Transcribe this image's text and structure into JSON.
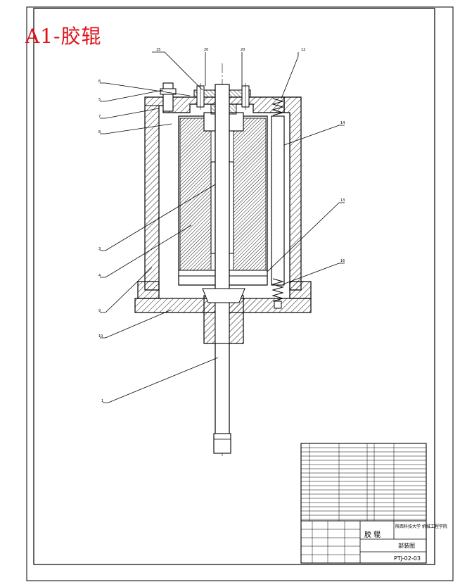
{
  "title": "A1-胶辊",
  "callouts": [
    "15",
    "20",
    "20",
    "12",
    "6",
    "5",
    "7",
    "8",
    "3",
    "4",
    "9",
    "10",
    "1",
    "14",
    "13",
    "16"
  ],
  "title_block": {
    "drawing_name": "胶 辊",
    "school": "陕西科技大学 机械工程学院",
    "drawing_type": "部装图",
    "drawing_no": "PTJ-02-03"
  },
  "colors": {
    "title": "#e0101a",
    "line": "#000000",
    "hatch": "#000000"
  }
}
